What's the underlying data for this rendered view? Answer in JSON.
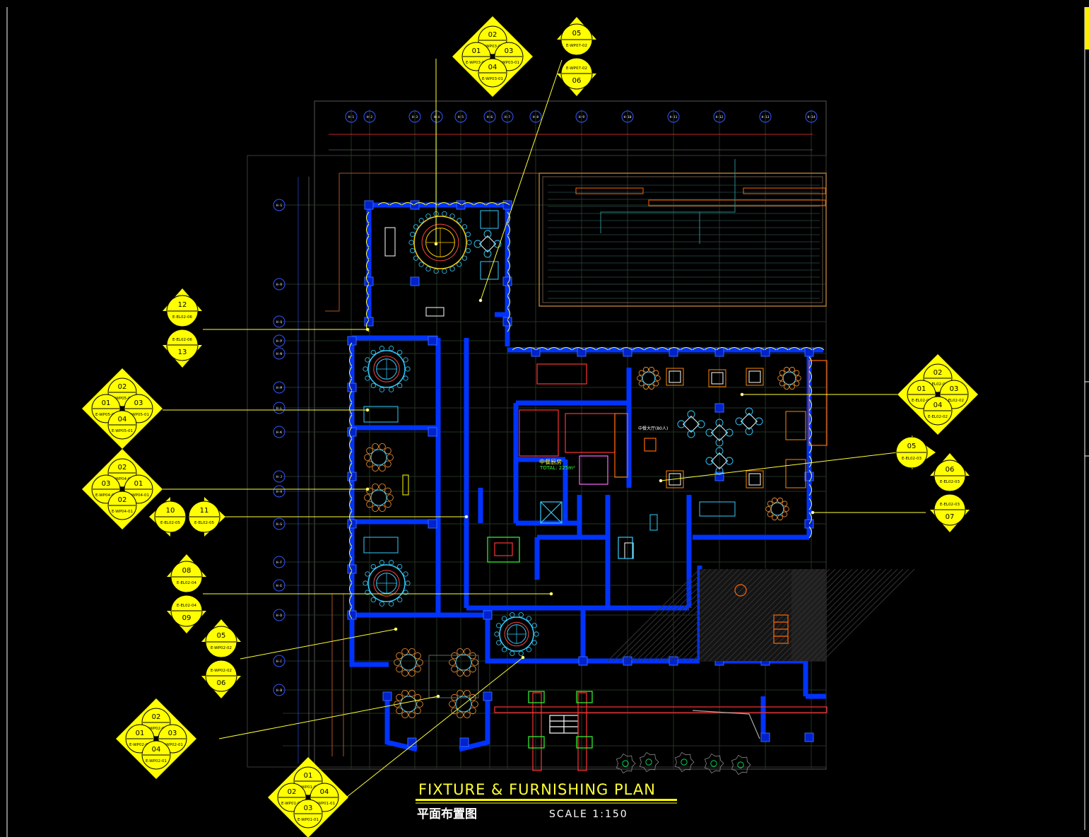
{
  "title": {
    "english": "FIXTURE & FURNISHING PLAN",
    "chinese": "平面布置图",
    "scale": "SCALE 1:150"
  },
  "room_labels": {
    "kitchen": "中餐厨房",
    "kitchen_total": "TOTAL: 225m²",
    "dining_hall": "中餐大厅(80人)"
  },
  "axis_labels": [
    "H-1",
    "H-2",
    "H-3",
    "H-4",
    "H-5",
    "H-6",
    "H-7",
    "H-8",
    "H-9",
    "H-10",
    "H-11",
    "H-12",
    "H-13",
    "H-14"
  ],
  "row_labels": [
    "H-S",
    "H-R",
    "H-Q",
    "H-P",
    "H-N",
    "H-M",
    "H-L",
    "H-K",
    "H-J",
    "H-H",
    "H-G",
    "H-F",
    "H-E",
    "H-D",
    "H-C",
    "H-B"
  ],
  "callouts": [
    {
      "id": "c1",
      "type": "diamond4",
      "nums": [
        "02",
        "01",
        "03",
        "04"
      ],
      "refs": [
        "E-WP03-01",
        "E-WP03-01",
        "E-WP03-01",
        "E-WP03-01"
      ]
    },
    {
      "id": "c2",
      "type": "pair",
      "nums": [
        "05",
        "06"
      ],
      "refs": [
        "E-WP07-02",
        "E-WP07-02"
      ]
    },
    {
      "id": "c3",
      "type": "pair",
      "nums": [
        "12",
        "13"
      ],
      "refs": [
        "E-EL02-06",
        "E-EL02-06"
      ]
    },
    {
      "id": "c4",
      "type": "diamond4",
      "nums": [
        "02",
        "01",
        "03",
        "04"
      ],
      "refs": [
        "E-WP05-01",
        "E-WP05-01",
        "E-WP05-01",
        "E-WP05-01"
      ]
    },
    {
      "id": "c5",
      "type": "diamond4",
      "nums": [
        "02",
        "03",
        "01",
        "02"
      ],
      "refs": [
        "E-WP04-01",
        "E-WP04-01",
        "E-WP04-01",
        "E-WP04-01"
      ]
    },
    {
      "id": "c6",
      "type": "side",
      "nums": [
        "10",
        "11"
      ],
      "refs": [
        "E-EL02-05",
        "E-EL02-05"
      ]
    },
    {
      "id": "c7",
      "type": "pair",
      "nums": [
        "08",
        "09"
      ],
      "refs": [
        "E-EL02-04",
        "E-EL02-04"
      ]
    },
    {
      "id": "c8",
      "type": "pair",
      "nums": [
        "05",
        "06"
      ],
      "refs": [
        "E-WP02-02",
        "E-WP02-02"
      ]
    },
    {
      "id": "c9",
      "type": "diamond4",
      "nums": [
        "02",
        "01",
        "03",
        "04"
      ],
      "refs": [
        "E-WP02-01",
        "E-WP02-01",
        "E-WP02-01",
        "E-WP02-01"
      ]
    },
    {
      "id": "c10",
      "type": "diamond4",
      "nums": [
        "01",
        "02",
        "04",
        "03"
      ],
      "refs": [
        "E-WP01-01",
        "E-WP01-01",
        "E-WP01-01",
        "E-WP01-01"
      ]
    },
    {
      "id": "c11",
      "type": "diamond4",
      "nums": [
        "02",
        "01",
        "03",
        "04"
      ],
      "refs": [
        "E-EL02-03",
        "E-EL02-03",
        "E-EL02-02",
        "E-EL02-02"
      ]
    },
    {
      "id": "c12",
      "type": "single",
      "nums": [
        "05"
      ],
      "refs": [
        "E-EL02-03"
      ]
    },
    {
      "id": "c13",
      "type": "pair",
      "nums": [
        "06",
        "07"
      ],
      "refs": [
        "E-EL02-03",
        "E-EL02-03"
      ]
    }
  ],
  "colors": {
    "background": "#000000",
    "wall": "#0033ff",
    "callout": "#ffff00",
    "callout_text": "#000000",
    "grid": "#2a3a2a",
    "furniture_cyan": "#33ccff",
    "furniture_orange": "#ff8800",
    "accent_red": "#ff2222",
    "plant_green": "#00ff66"
  }
}
